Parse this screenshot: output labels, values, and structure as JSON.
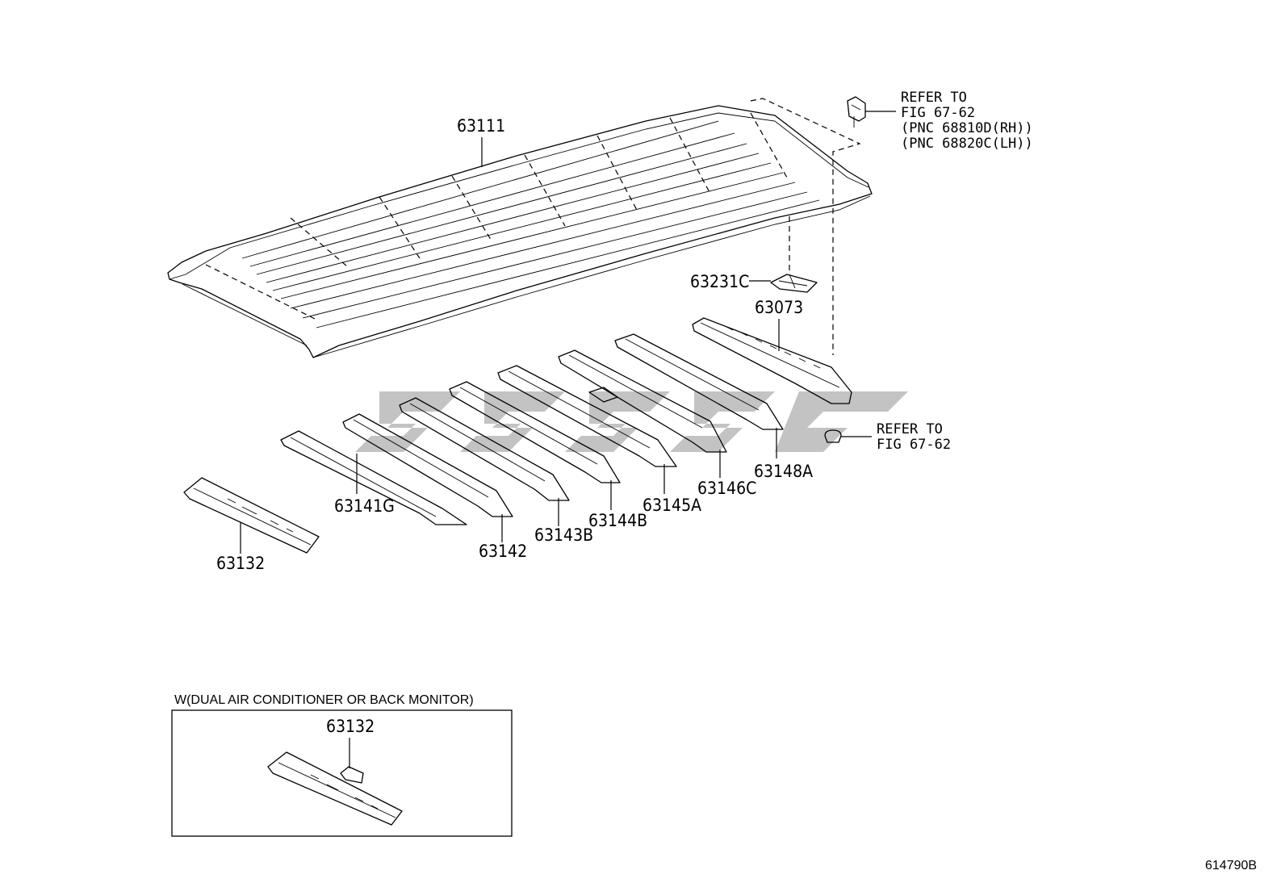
{
  "parts": {
    "roof_panel": "63111",
    "bracket": "63231C",
    "roof_bow_rear": "63073",
    "front_header": "63132",
    "bow_1": "63141G",
    "bow_2": "63142",
    "bow_3": "63143B",
    "bow_4": "63144B",
    "bow_5": "63145A",
    "bow_6": "63146C",
    "bow_7": "63148A"
  },
  "refer_top": [
    "REFER TO",
    "FIG 67-62",
    "(PNC 68810D(RH))",
    "(PNC 68820C(LH))"
  ],
  "refer_clip": [
    "REFER TO",
    "FIG 67-62"
  ],
  "inset": {
    "caption": "W(DUAL AIR CONDITIONER OR BACK MONITOR)",
    "part": "63132"
  },
  "catalog_number": "614790B"
}
